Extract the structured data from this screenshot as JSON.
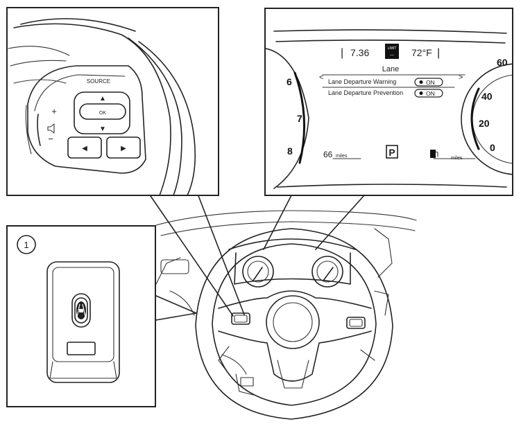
{
  "steering_controls": {
    "source_label": "SOURCE",
    "ok_label": "OK",
    "up_arrow": "▲",
    "down_arrow": "▼",
    "left_arrow": "◀",
    "right_arrow": "▶",
    "volume_plus": "+",
    "volume_minus": "−",
    "volume_icon": "speaker-icon"
  },
  "cluster_display": {
    "clock": "7.36",
    "unit_badge_top": "LIMIT",
    "unit_badge_bottom": "---",
    "temperature": "72°F",
    "menu_title": "Lane",
    "nav_left": "<",
    "nav_right": ">",
    "settings": [
      {
        "label": "Lane Departure Warning",
        "value": "ON"
      },
      {
        "label": "Lane Departure Prevention",
        "value": "ON"
      }
    ],
    "range": "66",
    "range_unit": "miles",
    "gear": "P",
    "fuel_range_unit": "miles",
    "tach_numbers": [
      "6",
      "7",
      "8"
    ],
    "speed_numbers": [
      "60",
      "40",
      "20",
      "0"
    ]
  },
  "callout_switch": {
    "number": "1"
  }
}
